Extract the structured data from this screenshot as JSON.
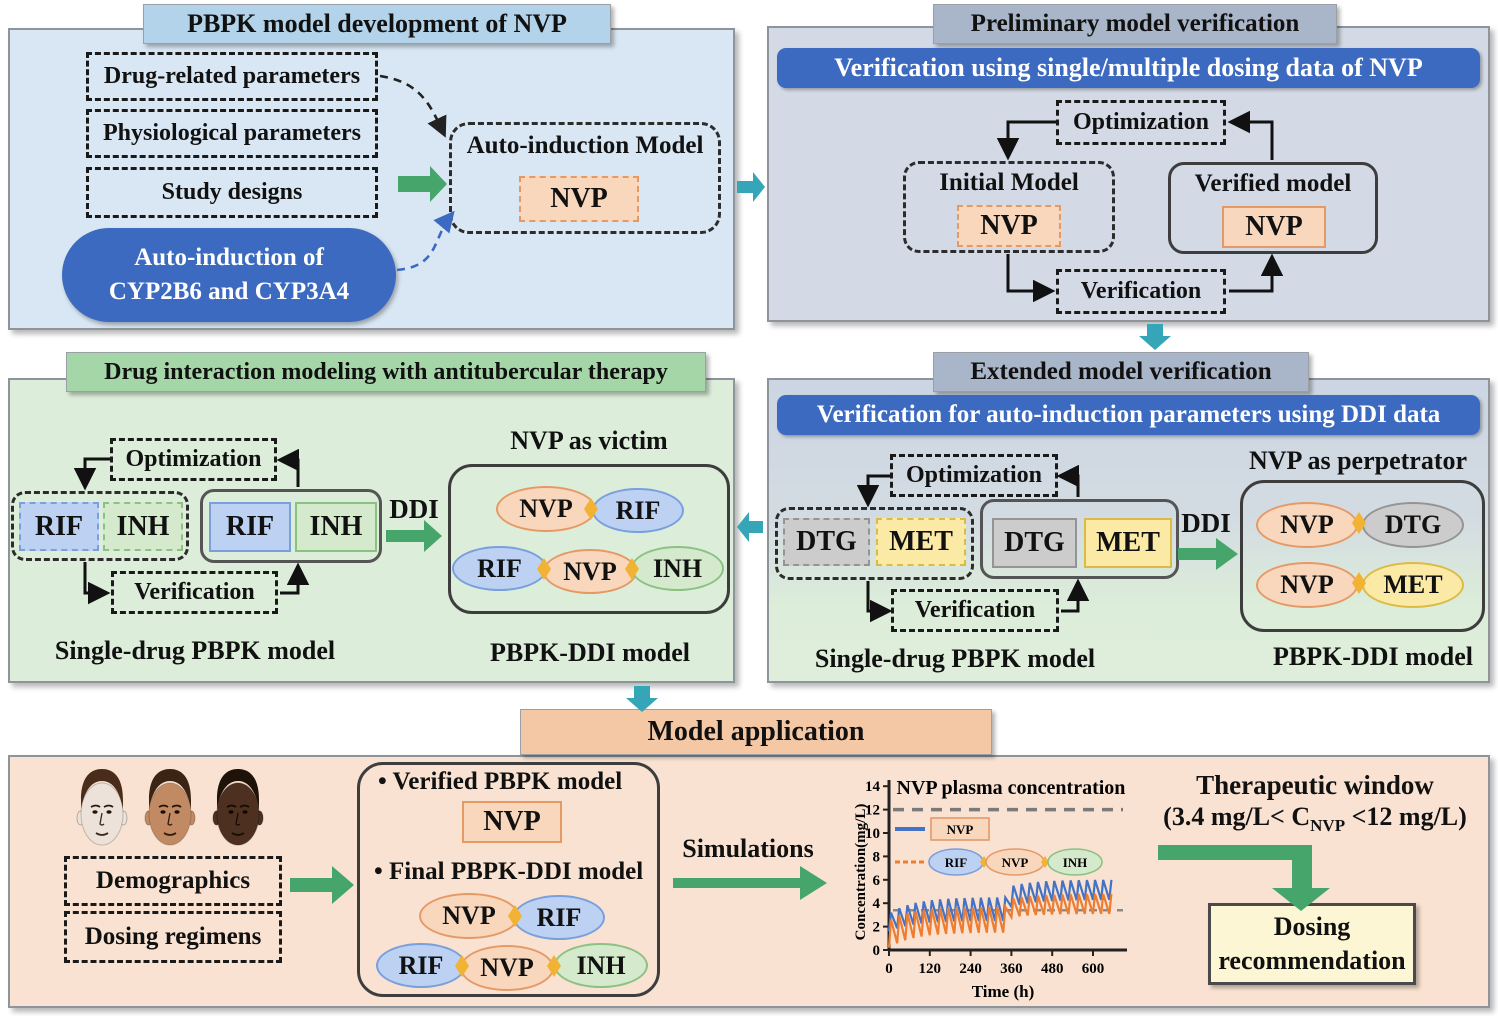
{
  "colors": {
    "teal_arrow": "#35a5b8",
    "green_arrow": "#46a56b",
    "banner_blue": "#3c6ac0",
    "nvp_fill": "#f8d7bd",
    "nvp_border": "#e59a66",
    "rif_fill": "#bdd2f2",
    "rif_border": "#7a9fdd",
    "inh_fill": "#d5eacd",
    "inh_border": "#8cc184",
    "dtg_fill": "#cccccc",
    "dtg_border": "#949494",
    "met_fill": "#fbe9a6",
    "met_border": "#ddba45",
    "faces": [
      {
        "skin": "#ece2d9",
        "hair": "#4a2c1a"
      },
      {
        "skin": "#c18a63",
        "hair": "#3c2414"
      },
      {
        "skin": "#4e3020",
        "hair": "#1e1209"
      }
    ]
  },
  "p1": {
    "title": "PBPK model development of NVP",
    "inputs": [
      "Drug-related parameters",
      "Physiological parameters",
      "Study designs"
    ],
    "autoinduction": {
      "line1": "Auto-induction of",
      "line2": "CYP2B6 and CYP3A4"
    },
    "model_box": {
      "title": "Auto-induction Model",
      "drug": "NVP"
    }
  },
  "p2": {
    "title": "Preliminary model verification",
    "banner": "Verification using single/multiple dosing data of NVP",
    "optimization": "Optimization",
    "verification": "Verification",
    "initial_model": {
      "label": "Initial Model",
      "drug": "NVP"
    },
    "verified_model": {
      "label": "Verified model",
      "drug": "NVP"
    }
  },
  "p3": {
    "title": "Drug interaction modeling with antitubercular therapy",
    "optimization": "Optimization",
    "verification": "Verification",
    "drugs": {
      "rif": "RIF",
      "inh": "INH"
    },
    "ddi": "DDI",
    "single_label": "Single-drug PBPK model",
    "victim_title": "NVP as victim",
    "victim_rows": [
      [
        "NVP",
        "RIF"
      ],
      [
        "RIF",
        "NVP",
        "INH"
      ]
    ],
    "ddi_label": "PBPK-DDI model"
  },
  "p4": {
    "title": "Extended model verification",
    "banner": "Verification for auto-induction parameters using DDI data",
    "optimization": "Optimization",
    "verification": "Verification",
    "drugs": {
      "dtg": "DTG",
      "met": "MET"
    },
    "ddi": "DDI",
    "single_label": "Single-drug PBPK model",
    "perp_title": "NVP as perpetrator",
    "perp_rows": [
      [
        "NVP",
        "DTG"
      ],
      [
        "NVP",
        "MET"
      ]
    ],
    "ddi_label": "PBPK-DDI model"
  },
  "p5": {
    "title": "Model application",
    "demographics": "Demographics",
    "dosing_regimens": "Dosing regimens",
    "bullet1": "• Verified PBPK model",
    "nvp": "NVP",
    "bullet2": "• Final PBPK-DDI model",
    "rows": [
      [
        "NVP",
        "RIF"
      ],
      [
        "RIF",
        "NVP",
        "INH"
      ]
    ],
    "simulations": "Simulations",
    "therapeutic": {
      "line1": "Therapeutic window",
      "pre": "(3.4 mg/L< C",
      "sub": "NVP",
      "post": " <12 mg/L)"
    },
    "dosing_box": {
      "line1": "Dosing",
      "line2": "recommendation"
    }
  },
  "chart_data": {
    "type": "line",
    "title": "NVP plasma concentration",
    "xlabel": "Time (h)",
    "ylabel": "Concentration(mg/L)",
    "xlim": [
      0,
      680
    ],
    "ylim": [
      0,
      14
    ],
    "xticks": [
      0,
      120,
      240,
      360,
      480,
      600
    ],
    "yticks": [
      0,
      2,
      4,
      6,
      8,
      10,
      12,
      14
    ],
    "grid": false,
    "legend_position": "upper-left-inside",
    "thresholds": {
      "upper": 12,
      "lower": 3.4
    },
    "dosing_period_h": 24,
    "series": [
      {
        "name": "NVP",
        "color": "#4472c4",
        "segments": [
          {
            "start_h": 0,
            "end_h": 360,
            "peak_from": 3.2,
            "peak_to": 4.5,
            "trough_from": 1.6,
            "trough_to": 2.5
          },
          {
            "start_h": 360,
            "end_h": 680,
            "peak_from": 5.5,
            "peak_to": 6.0,
            "trough_from": 3.7,
            "trough_to": 4.3
          }
        ]
      },
      {
        "name": "RIF+NVP+INH",
        "color": "#ed7d31",
        "segments": [
          {
            "start_h": 0,
            "end_h": 360,
            "peak_from": 2.6,
            "peak_to": 3.7,
            "trough_from": 0.2,
            "trough_to": 1.5
          },
          {
            "start_h": 360,
            "end_h": 680,
            "peak_from": 4.4,
            "peak_to": 4.8,
            "trough_from": 2.8,
            "trough_to": 3.1
          }
        ]
      }
    ],
    "legend_nvp": "NVP",
    "legend_rif": "RIF",
    "legend_nvp2": "NVP",
    "legend_inh": "INH"
  }
}
